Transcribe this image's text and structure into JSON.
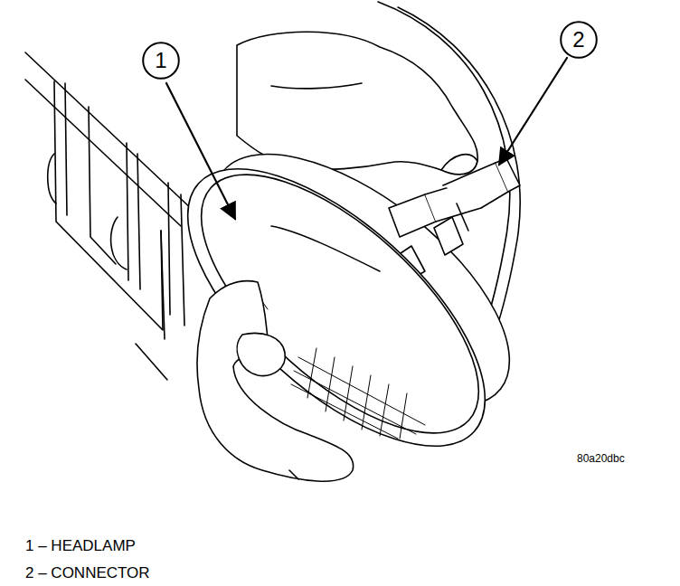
{
  "diagram": {
    "nodes": [
      {
        "text": [
          "1"
        ]
      },
      {
        "text": [
          "2"
        ]
      }
    ],
    "labels": [
      "80a20dbc",
      "1 – HEADLAMP",
      "2 – CONNECTOR"
    ]
  }
}
